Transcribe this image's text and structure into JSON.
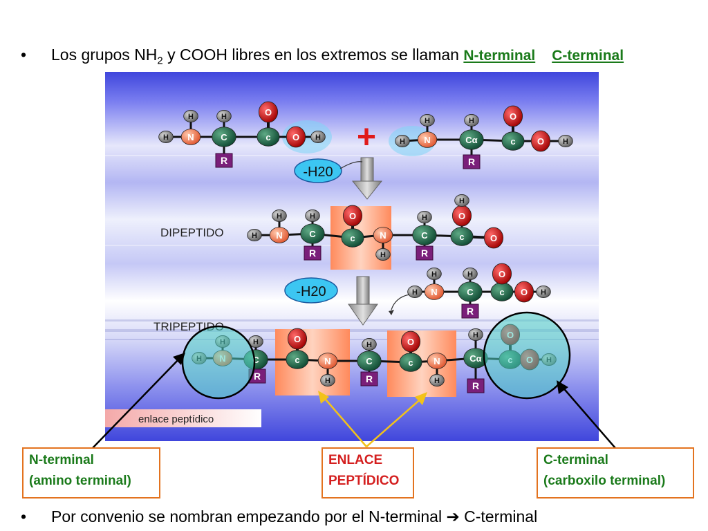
{
  "bullet1": {
    "text_before": "Los grupos NH",
    "sub": "2",
    "text_after": " y COOH libres en los extremos se llaman ",
    "link1": "N-terminal",
    "link2": "C-terminal"
  },
  "diagram": {
    "minus_h2o_1": "-H20",
    "minus_h2o_2": "-H20",
    "dipeptido": "DIPEPTIDO",
    "tripeptido": "TRIPEPTIDO",
    "enlace_label": "enlace peptídico",
    "plus": "+",
    "atoms": {
      "H": "H",
      "N": "N",
      "C": "C",
      "c": "c",
      "O": "O",
      "R": "R",
      "Ca": "Cα"
    }
  },
  "callouts": {
    "n_terminal_line1": "N-terminal",
    "n_terminal_line2": "(amino terminal)",
    "enlace_line1": "ENLACE",
    "enlace_line2": "PEPTÍDICO",
    "c_terminal_line1": "C-terminal",
    "c_terminal_line2": "(carboxilo terminal)"
  },
  "bullet2": {
    "text_before": "Por convenio se nombran empezando por el N-terminal ",
    "arrow": "➔",
    "text_after": " C-terminal"
  },
  "colors": {
    "green": "#1a7a1a",
    "red": "#d41f1f",
    "orange_border": "#e3731f",
    "panel_blue": "#4a4fe0",
    "atom_H": "#7a7a7a",
    "atom_N": "#f07a55",
    "atom_C": "#1f6a4a",
    "atom_O": "#d11818",
    "atom_R": "#7a1f7a"
  }
}
